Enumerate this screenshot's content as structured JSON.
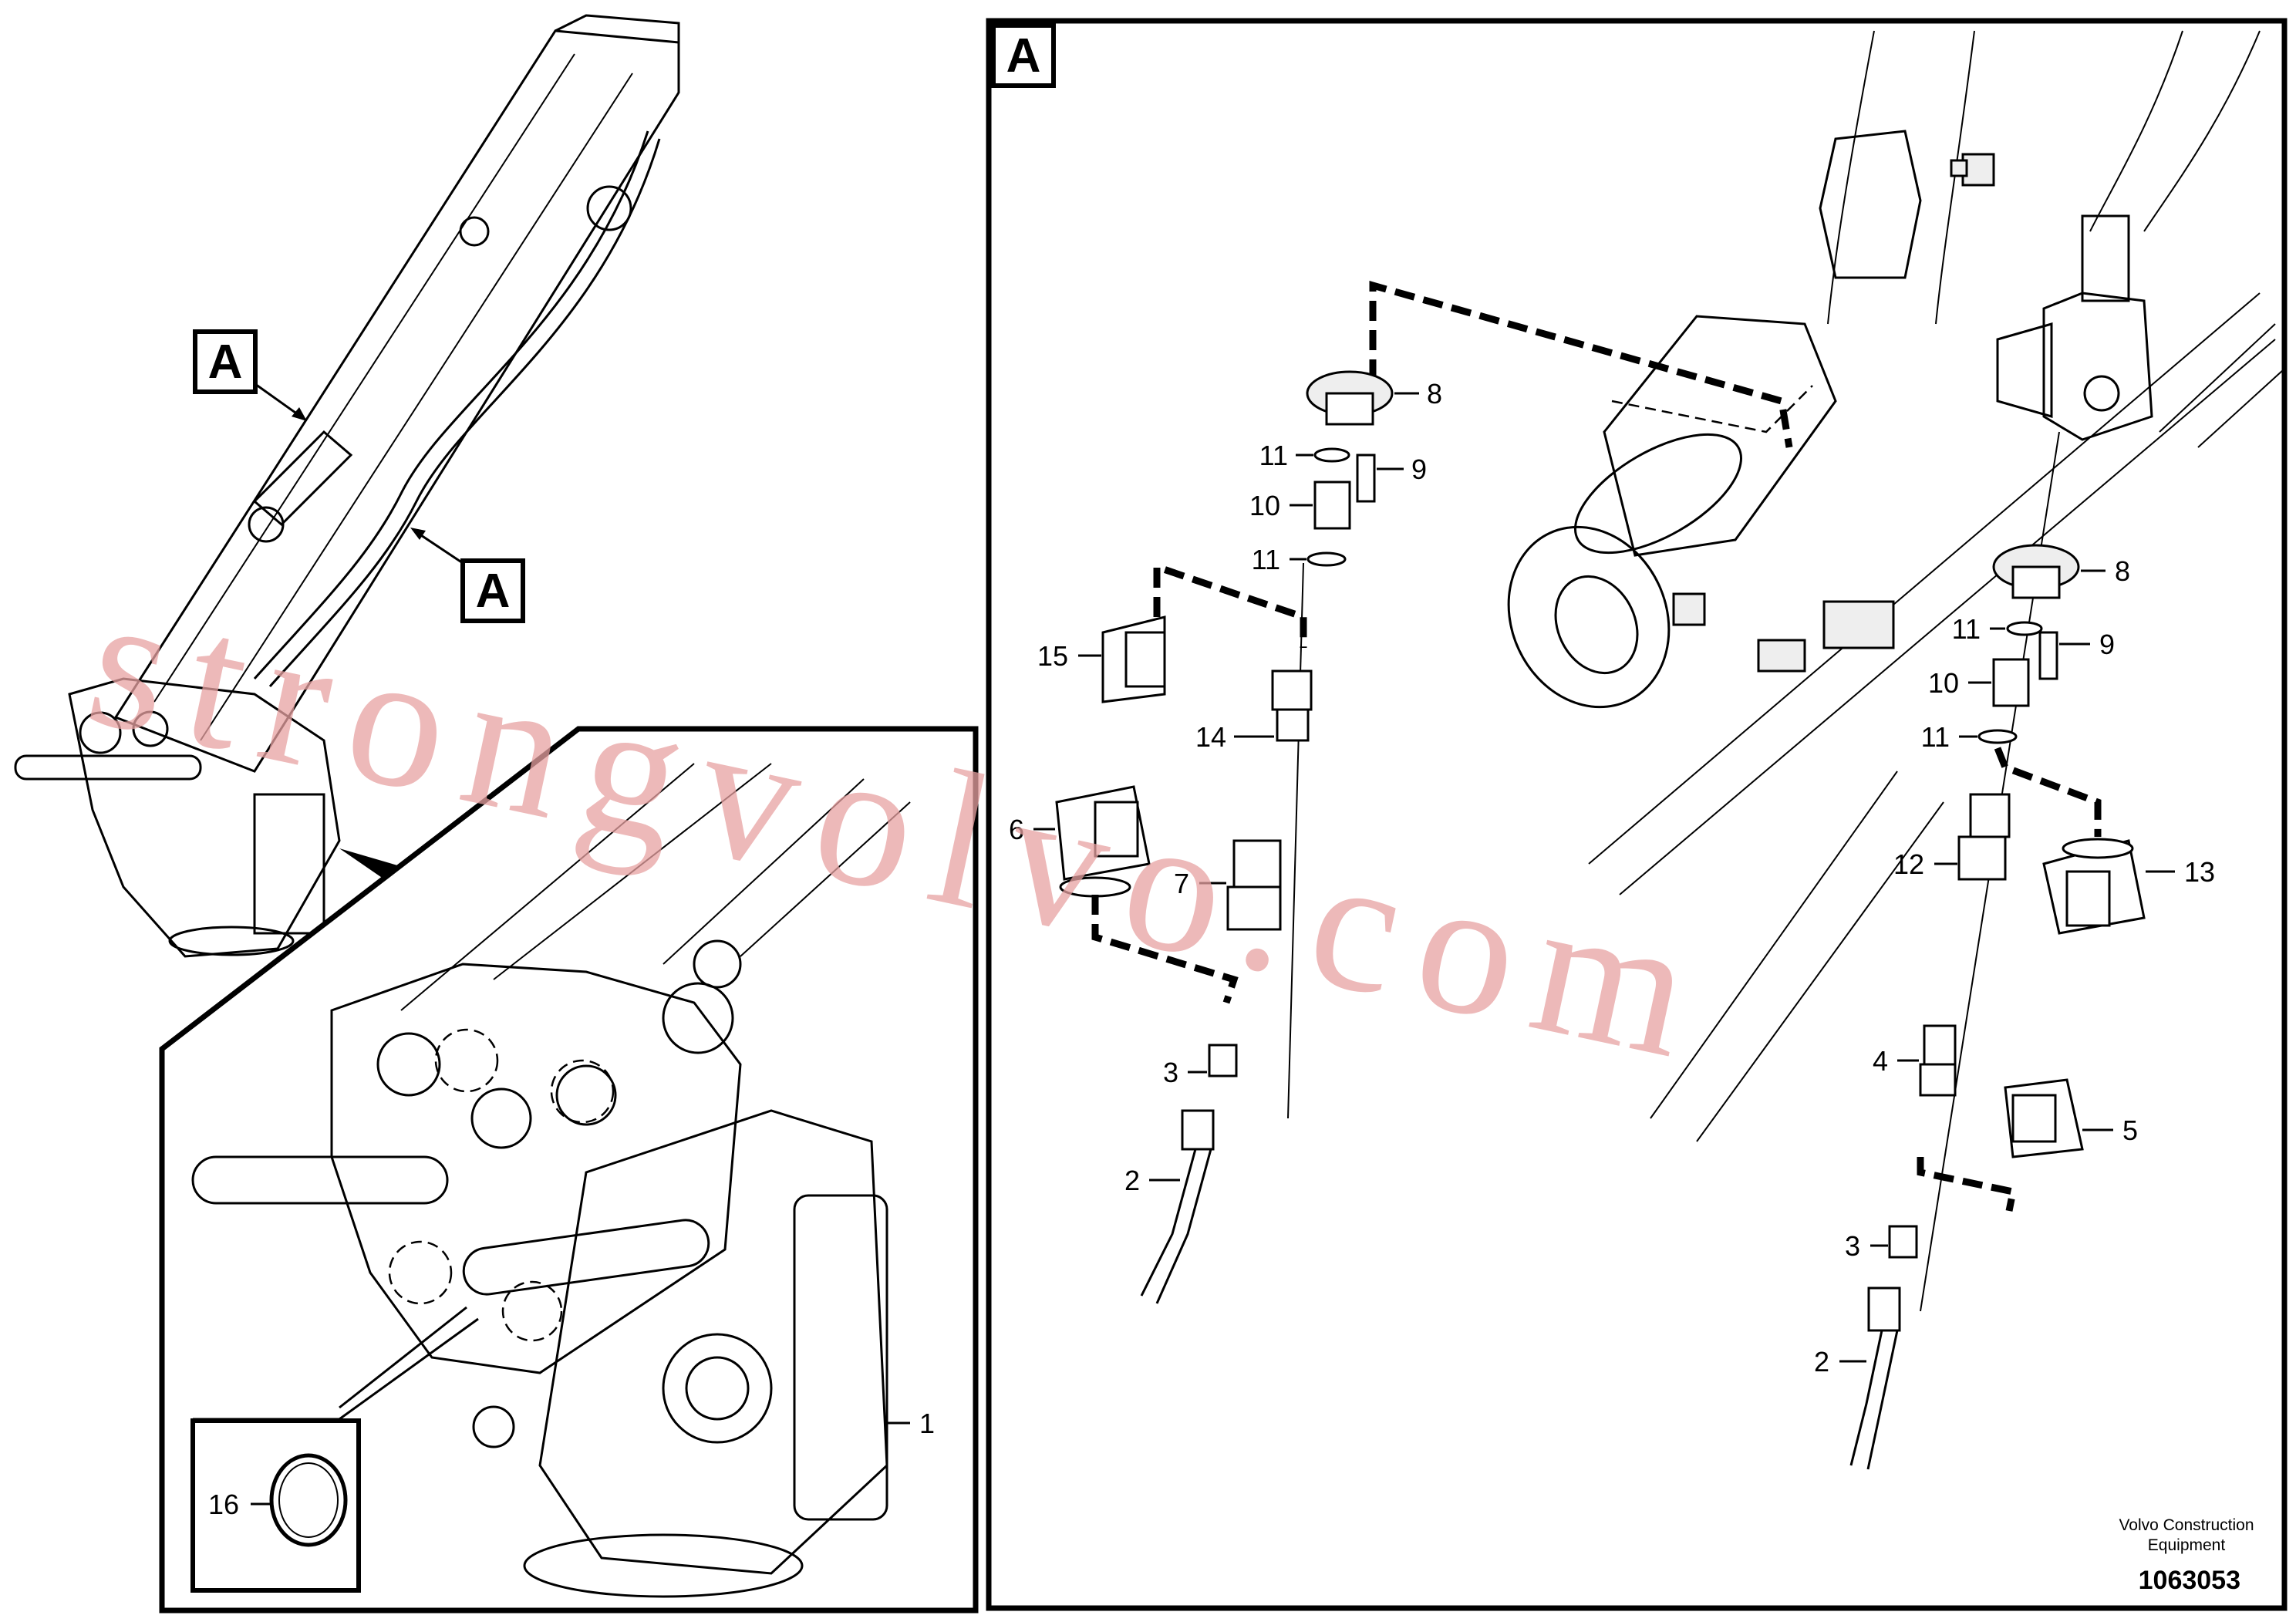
{
  "callouts": {
    "A_top": "A",
    "A_bottom": "A",
    "A_panel": "A"
  },
  "labels": {
    "p1": "1",
    "p16": "16",
    "l8": "8",
    "l9": "9",
    "l10": "10",
    "l11a": "11",
    "l11b": "11",
    "l15": "15",
    "l14": "14",
    "l6": "6",
    "l7": "7",
    "l3": "3",
    "l2": "2",
    "r8": "8",
    "r11a": "11",
    "r9": "9",
    "r10": "10",
    "r11b": "11",
    "r12": "12",
    "r13": "13",
    "r4": "4",
    "r5": "5",
    "r3": "3",
    "r2": "2"
  },
  "footer": {
    "brand_line1": "Volvo Construction",
    "brand_line2": "Equipment",
    "doc_number": "1063053"
  },
  "watermark": "strongvolvo.com"
}
